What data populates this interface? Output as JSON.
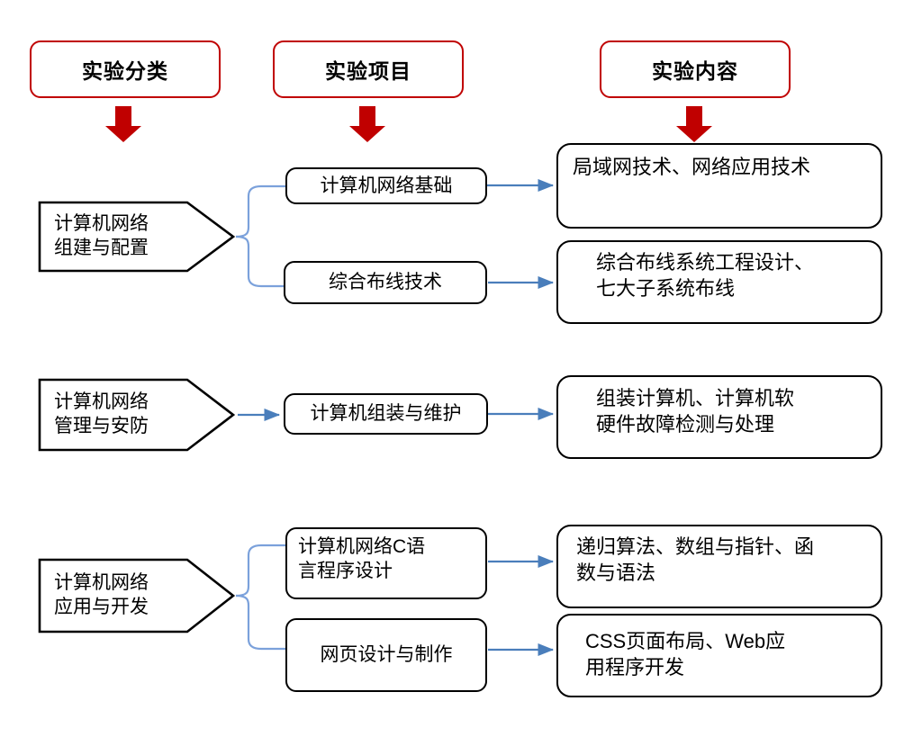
{
  "diagram": {
    "title_row": {
      "columns": [
        {
          "label": "实验分类",
          "icon": "down-arrow-icon"
        },
        {
          "label": "实验项目",
          "icon": "down-arrow-icon"
        },
        {
          "label": "实验内容",
          "icon": "down-arrow-icon"
        }
      ]
    },
    "accent_colors": {
      "header_border": "#c00000",
      "header_arrow": "#c00000",
      "connector": "#5b8fd4",
      "box_border": "#000000",
      "text": "#000000"
    },
    "groups": [
      {
        "category": "计算机网络\n组建与配置",
        "category_line1": "计算机网络",
        "category_line2": "组建与配置",
        "connector": "brace",
        "rows": [
          {
            "item": "计算机网络基础",
            "item_line1": "计算机网络基础",
            "item_line2": "",
            "content_line1": "局域网技术、网络应用技术",
            "content_line2": ""
          },
          {
            "item": "综合布线技术",
            "item_line1": "综合布线技术",
            "item_line2": "",
            "content_line1": "综合布线系统工程设计、",
            "content_line2": "七大子系统布线"
          }
        ]
      },
      {
        "category": "计算机网络\n管理与安防",
        "category_line1": "计算机网络",
        "category_line2": "管理与安防",
        "connector": "arrow",
        "rows": [
          {
            "item": "计算机组装与维护",
            "item_line1": "计算机组装与维护",
            "item_line2": "",
            "content_line1": "组装计算机、计算机软",
            "content_line2": "硬件故障检测与处理"
          }
        ]
      },
      {
        "category": "计算机网络\n应用与开发",
        "category_line1": "计算机网络",
        "category_line2": "应用与开发",
        "connector": "brace",
        "rows": [
          {
            "item": "计算机网络C语言程序设计",
            "item_line1": "计算机网络C语",
            "item_line2": "言程序设计",
            "content_line1": "递归算法、数组与指针、函",
            "content_line2": "数与语法"
          },
          {
            "item": "网页设计与制作",
            "item_line1": "网页设计与制作",
            "item_line2": "",
            "content_line1": "CSS页面布局、Web应",
            "content_line2": "用程序开发"
          }
        ]
      }
    ]
  }
}
